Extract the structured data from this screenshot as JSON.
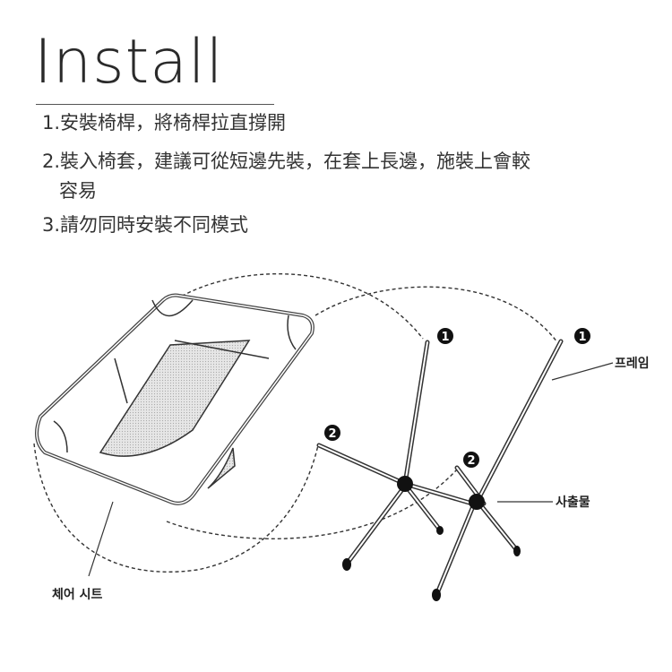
{
  "title": "Install",
  "steps": [
    "1.安裝椅桿，將椅桿拉直撐開",
    "2.裝入椅套，建議可從短邊先裝，在套上長邊，施裝上會較",
    "容易",
    "3.請勿同時安裝不同模式"
  ],
  "diagram": {
    "label_frame": "프레임",
    "label_hub": "사출물",
    "label_seat": "체어 시트",
    "badge_1": "1",
    "badge_2": "2"
  }
}
